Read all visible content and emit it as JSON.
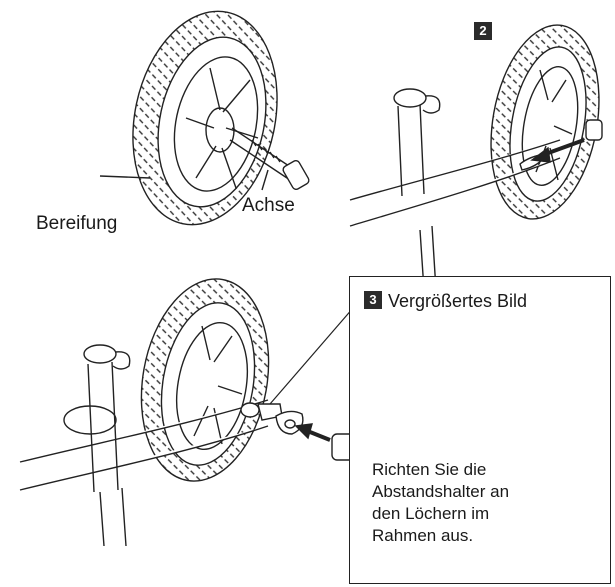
{
  "labels": {
    "tire": "Bereifung",
    "axle": "Achse"
  },
  "steps": {
    "step2": "2",
    "step3": "3"
  },
  "inset": {
    "title": "Vergrößertes Bild",
    "note": "Richten Sie die Abstandshalter an den Löchern im Rahmen aus."
  },
  "colors": {
    "line": "#222222",
    "badge": "#2b2b2b"
  }
}
